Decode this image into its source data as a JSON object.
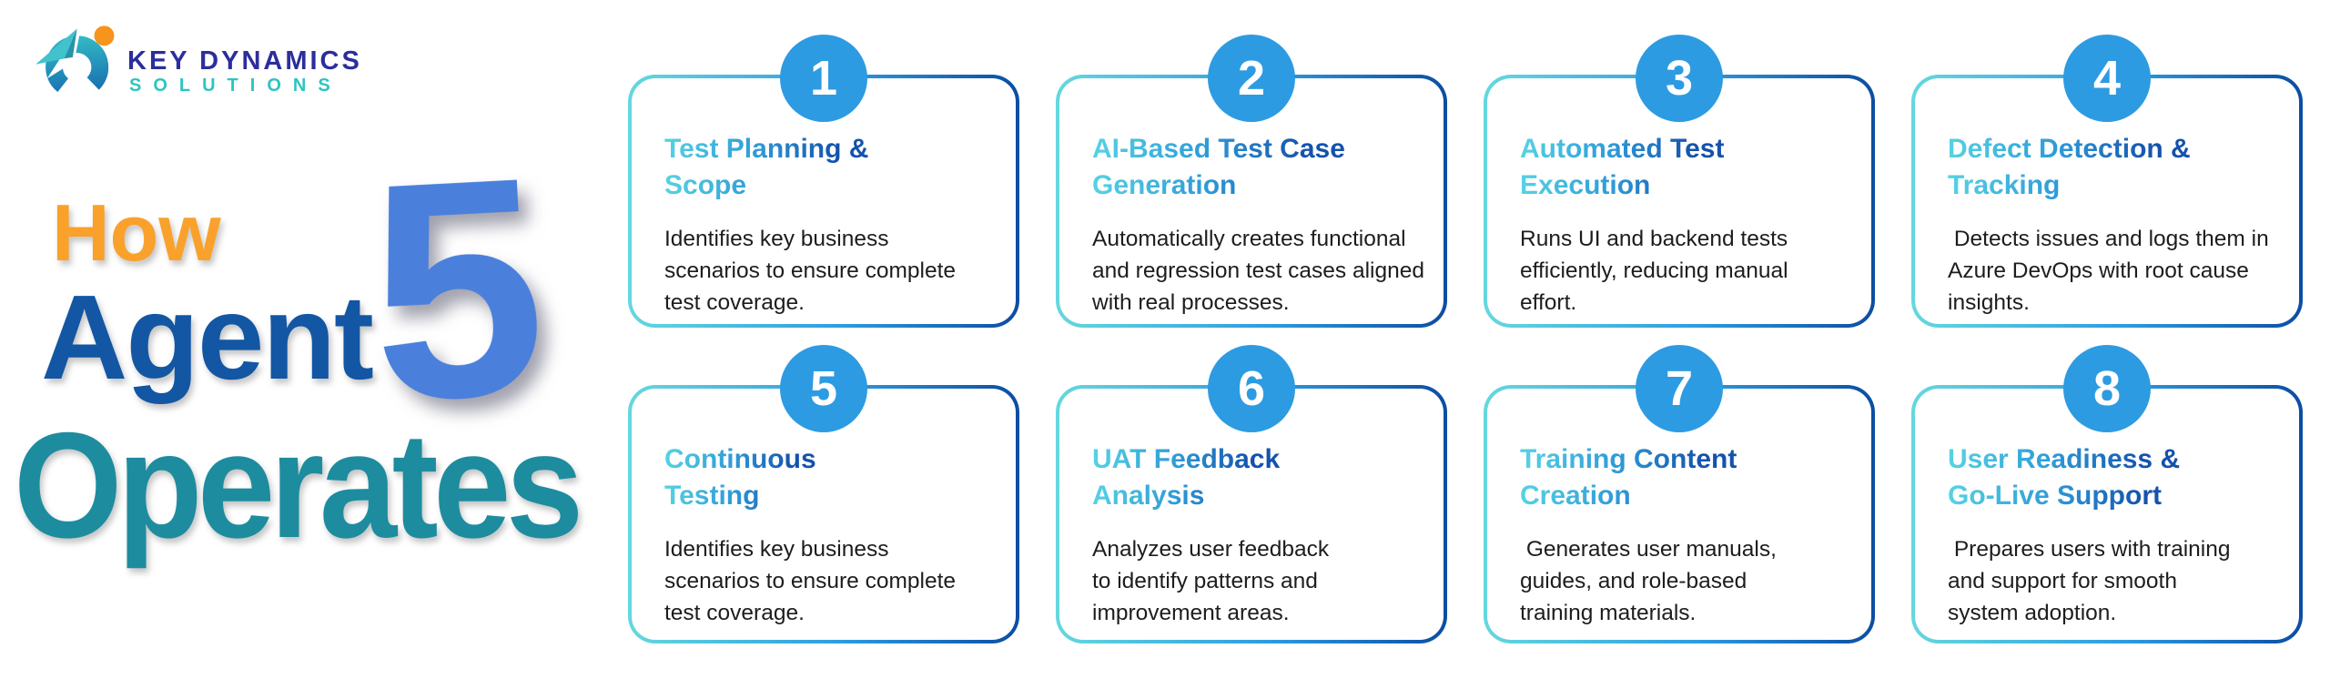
{
  "logo": {
    "line1": "KEY DYNAMICS",
    "line2": "SOLUTIONS"
  },
  "title": {
    "word1": "How",
    "word2": "Agent",
    "word3": "Operates",
    "big_number": "5"
  },
  "steps": [
    {
      "number": "1",
      "heading": "Test Planning &\nScope",
      "body": "Identifies key business\nscenarios to ensure complete\ntest coverage."
    },
    {
      "number": "2",
      "heading": "AI-Based Test Case\nGeneration",
      "body": "Automatically creates functional\nand regression test cases aligned\nwith real processes."
    },
    {
      "number": "3",
      "heading": "Automated Test\nExecution",
      "body": "Runs UI and backend tests\nefficiently, reducing manual\neffort."
    },
    {
      "number": "4",
      "heading": "Defect Detection &\nTracking",
      "body": " Detects issues and logs them in\nAzure DevOps with root cause\ninsights."
    },
    {
      "number": "5",
      "heading": "Continuous\nTesting",
      "body": "Identifies key business\nscenarios to ensure complete\ntest coverage."
    },
    {
      "number": "6",
      "heading": "UAT Feedback\nAnalysis",
      "body": "Analyzes user feedback\nto identify patterns and\nimprovement areas."
    },
    {
      "number": "7",
      "heading": "Training Content\nCreation",
      "body": " Generates user manuals,\nguides, and role-based\ntraining materials."
    },
    {
      "number": "8",
      "heading": "User Readiness &\nGo-Live Support",
      "body": " Prepares users with training\nand support for smooth\nsystem adoption."
    }
  ],
  "colors": {
    "title_orange": "#F9A12B",
    "title_blue": "#1356A4",
    "title_teal": "#1D8C9F",
    "big_number_blue": "#4A80DB",
    "badge_blue": "#2D9BE2",
    "border_gradient_start": "#65D8DE",
    "border_gradient_end": "#0C4DA2",
    "heading_gradient_start": "#56D3E3",
    "heading_gradient_end": "#1452AC",
    "body_text": "#1D1D1F",
    "logo_navy": "#2B2E9B",
    "logo_teal": "#2EC4C0",
    "logo_orange": "#F7941D"
  }
}
